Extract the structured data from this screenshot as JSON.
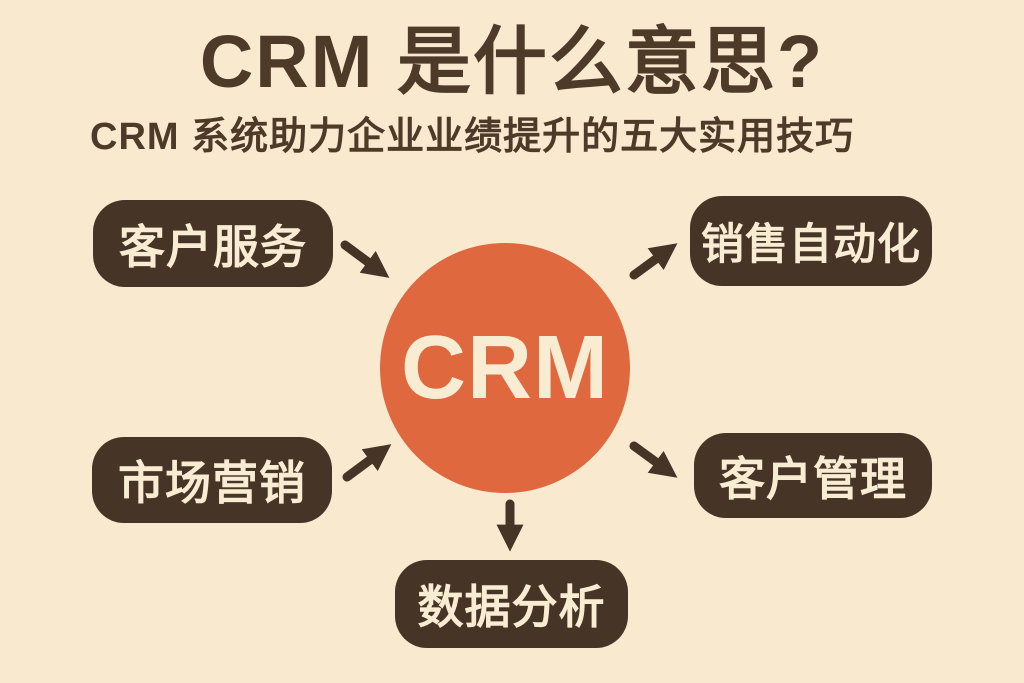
{
  "page": {
    "title": "CRM 是什么意思?",
    "subtitle": "CRM 系统助力企业业绩提升的五大实用技巧"
  },
  "center": {
    "label": "CRM"
  },
  "nodes": [
    {
      "id": "customer-service",
      "label": "客户服务",
      "position": "top-left"
    },
    {
      "id": "sales-automation",
      "label": "销售自动化",
      "position": "top-right"
    },
    {
      "id": "marketing",
      "label": "市场营销",
      "position": "bottom-left"
    },
    {
      "id": "customer-management",
      "label": "客户管理",
      "position": "bottom-right"
    },
    {
      "id": "data-analysis",
      "label": "数据分析",
      "position": "bottom-center"
    }
  ],
  "arrows": [
    {
      "from": "customer-service",
      "to": "crm",
      "direction": "down-right"
    },
    {
      "from": "crm",
      "to": "sales-automation",
      "direction": "up-right"
    },
    {
      "from": "marketing",
      "to": "crm",
      "direction": "up-right"
    },
    {
      "from": "crm",
      "to": "customer-management",
      "direction": "down-right"
    },
    {
      "from": "crm",
      "to": "data-analysis",
      "direction": "down"
    }
  ],
  "colors": {
    "background": "#f9e9cf",
    "node_fill": "#463527",
    "accent": "#e0683e",
    "light_text": "#f8ecd2",
    "dark_text": "#4d3a29"
  }
}
